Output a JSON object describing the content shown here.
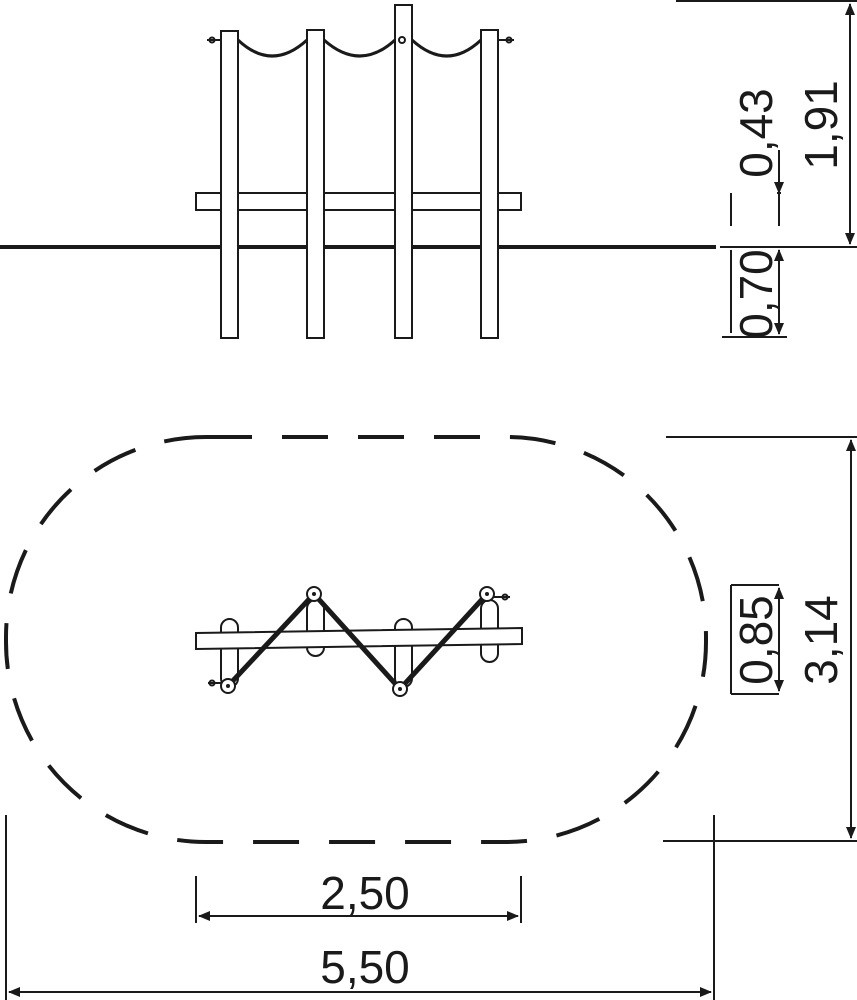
{
  "side_view": {
    "dimensions": {
      "overall_height": "1,91",
      "rope_drop": "0,43",
      "foundation_depth": "0,70"
    }
  },
  "plan_view": {
    "dimensions": {
      "safety_zone_width": "3,14",
      "equipment_width": "0,85",
      "equipment_length": "2,50",
      "safety_zone_length": "5,50"
    }
  },
  "colors": {
    "line": "#1a1a1a",
    "background": "#ffffff"
  }
}
